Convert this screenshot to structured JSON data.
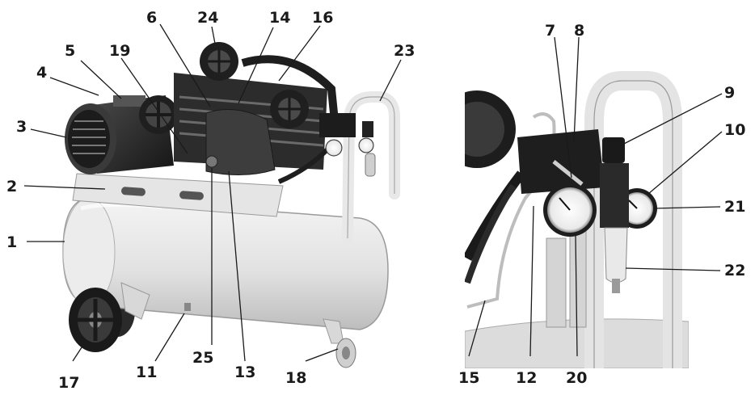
{
  "figure": {
    "left_panel": {
      "callouts": [
        "1",
        "2",
        "3",
        "4",
        "5",
        "6",
        "11",
        "13",
        "14",
        "16",
        "17",
        "18",
        "19",
        "23",
        "24",
        "25"
      ]
    },
    "right_panel": {
      "callouts": [
        "7",
        "8",
        "9",
        "10",
        "12",
        "15",
        "20",
        "21",
        "22"
      ]
    }
  }
}
